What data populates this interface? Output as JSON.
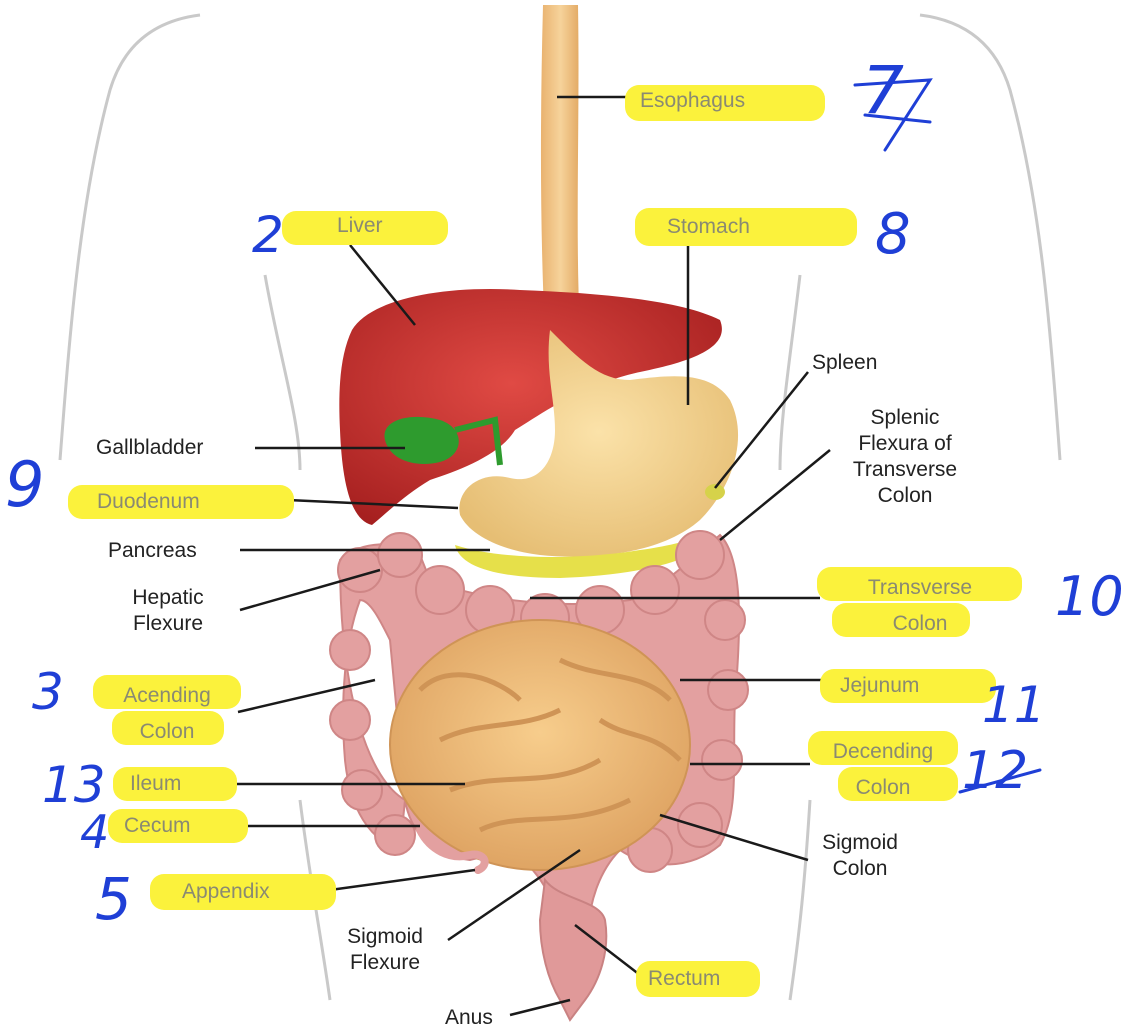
{
  "labels": {
    "esophagus": "Esophagus",
    "liver": "Liver",
    "stomach": "Stomach",
    "spleen": "Spleen",
    "splenic_flexure": [
      "Splenic",
      "Flexura of",
      "Transverse",
      "Colon"
    ],
    "gallbladder": "Gallbladder",
    "duodenum": "Duodenum",
    "pancreas": "Pancreas",
    "hepatic_flexure": [
      "Hepatic",
      "Flexure"
    ],
    "transverse_colon": [
      "Transverse",
      "Colon"
    ],
    "jejunum": "Jejunum",
    "ascending_colon": [
      "Acending",
      "Colon"
    ],
    "descending_colon": [
      "Decending",
      "Colon"
    ],
    "ileum": "Ileum",
    "cecum": "Cecum",
    "sigmoid_colon": [
      "Sigmoid",
      "Colon"
    ],
    "appendix": "Appendix",
    "sigmoid_flexure": [
      "Sigmoid",
      "Flexure"
    ],
    "rectum": "Rectum",
    "anus": "Anus"
  },
  "handwritten_numbers": {
    "esophagus": "7",
    "liver": "2",
    "stomach": "8",
    "duodenum": "9",
    "transverse_colon": "10",
    "jejunum": "11",
    "descending_colon": "12",
    "ascending_colon": "3",
    "ileum": "13",
    "cecum": "4",
    "appendix": "5"
  },
  "colors": {
    "highlight": "#fbf23c",
    "handwriting": "#1f3fd6",
    "liver": "#c9302c",
    "gallbladder": "#2e9b2e",
    "stomach": "#f2cf8a",
    "colon": "#e3a0a0",
    "small_intestine": "#eebc78",
    "pancreas": "#e6e04a"
  }
}
